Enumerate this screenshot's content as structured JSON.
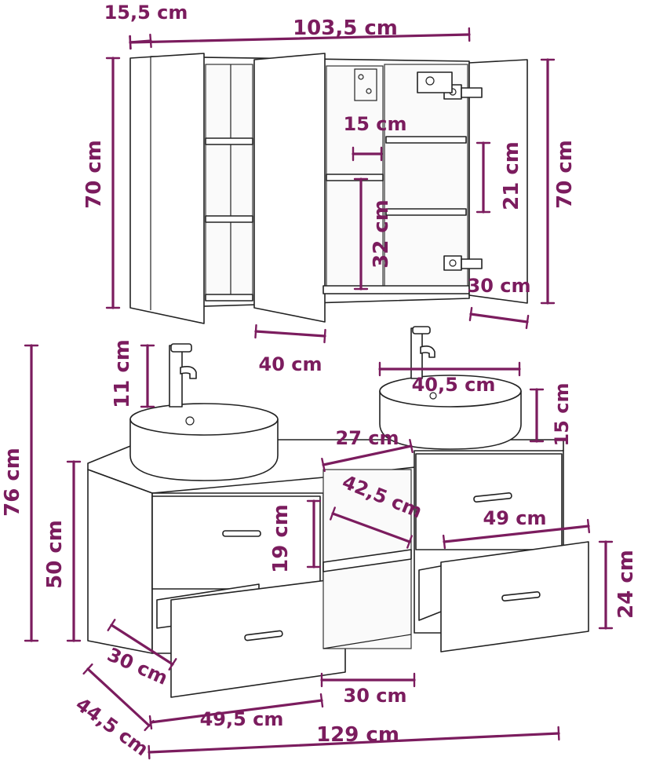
{
  "colors": {
    "dimension": "#7b1c5e",
    "outline": "#222222",
    "background": "#ffffff"
  },
  "dimensions": {
    "mirror_cabinet": {
      "depth": "15,5 cm",
      "width": "103,5 cm",
      "height_left": "70 cm",
      "height_right": "70 cm",
      "shelf_depth": "15 cm",
      "compartment_height": "21 cm",
      "lower_compartment_height": "32 cm",
      "door_width_right": "30 cm",
      "door_width_center": "40 cm"
    },
    "vanity": {
      "faucet_height": "11 cm",
      "basin_diameter": "40,5 cm",
      "basin_height": "15 cm",
      "total_height": "76 cm",
      "cabinet_height": "50 cm",
      "middle_width": "27 cm",
      "middle_depth": "42,5 cm",
      "drawer_height": "19 cm",
      "right_cabinet_width": "49 cm",
      "right_drawer_height": "24 cm",
      "left_drawer_depth": "30 cm",
      "middle_bottom_width": "30 cm",
      "left_cabinet_width": "49,5 cm",
      "total_depth": "44,5 cm",
      "total_width": "129 cm"
    }
  }
}
